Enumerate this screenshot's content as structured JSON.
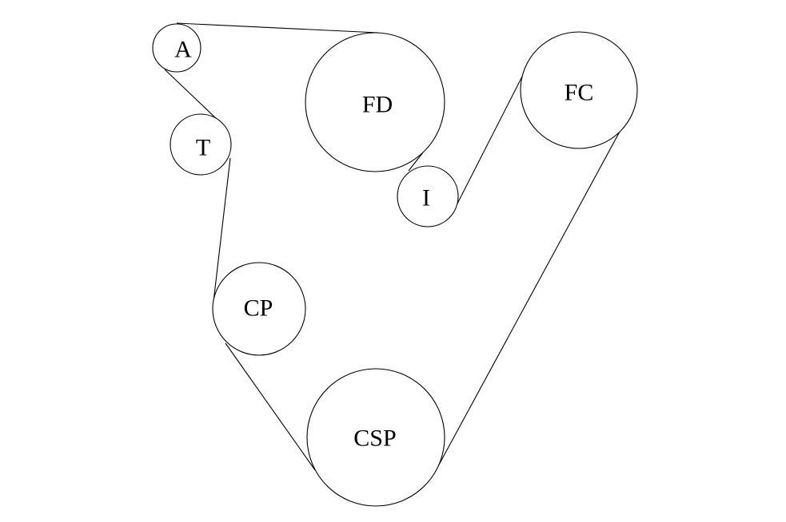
{
  "pulleys": [
    {
      "id": "A",
      "label": "A"
    },
    {
      "id": "T",
      "label": "T"
    },
    {
      "id": "FD",
      "label": "FD"
    },
    {
      "id": "I",
      "label": "I"
    },
    {
      "id": "FC",
      "label": "FC"
    },
    {
      "id": "CP",
      "label": "CP"
    },
    {
      "id": "CSP",
      "label": "CSP"
    }
  ],
  "colors": {
    "line": "#000000",
    "background": "#ffffff"
  }
}
